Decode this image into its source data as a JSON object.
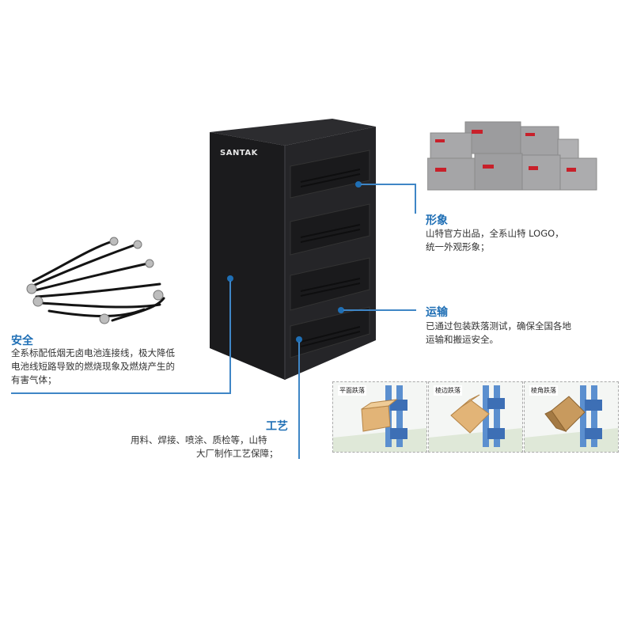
{
  "cabinet": {
    "brand": "SANTAK",
    "body_color": "#1c1c1e",
    "accent_color": "#c8202a"
  },
  "sections": {
    "appearance": {
      "title": "形象",
      "lines": [
        "山特官方出品，全系山特 LOGO，",
        "统一外观形象；"
      ]
    },
    "transport": {
      "title": "运输",
      "lines": [
        "已通过包装跌落测试，确保全国各地",
        "运输和搬运安全。"
      ]
    },
    "safety": {
      "title": "安全",
      "lines": [
        "全系标配低烟无卤电池连接线，极大降低",
        "电池线短路导致的燃烧现象及燃烧产生的",
        "有害气体；"
      ]
    },
    "craft": {
      "title": "工艺",
      "lines": [
        "用料、焊接、喷涂、质检等，山特",
        "大厂制作工艺保障；"
      ]
    }
  },
  "drop_tests": [
    {
      "label": "平面跌落"
    },
    {
      "label": "棱边跌落"
    },
    {
      "label": "棱角跌落"
    }
  ],
  "accent_color": "#1f6fb5"
}
